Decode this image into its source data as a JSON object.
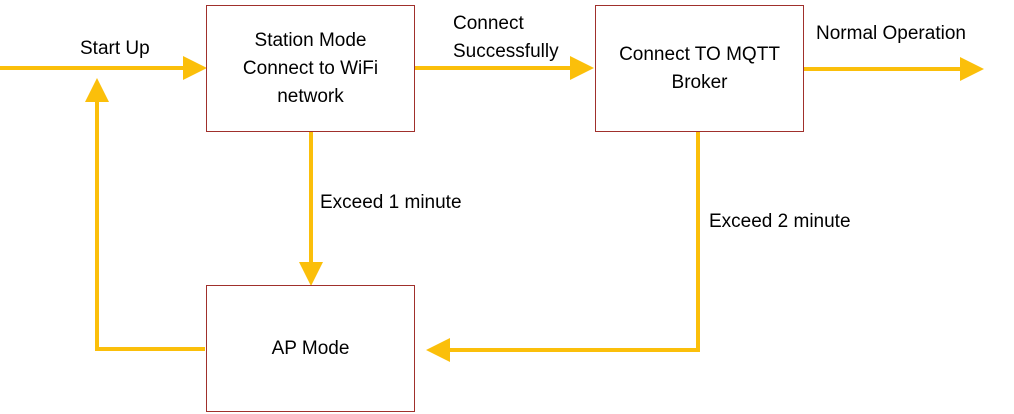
{
  "colors": {
    "arrow": "#fbbf0a",
    "box_border": "#a0302c",
    "text": "#000000"
  },
  "nodes": {
    "station_mode": "Station Mode\nConnect to WiFi\nnetwork",
    "mqtt_broker": "Connect TO MQTT\nBroker",
    "ap_mode": "AP Mode"
  },
  "edges": {
    "start_up": "Start Up",
    "connect_successfully": "Connect\nSuccessfully",
    "normal_operation": "Normal Operation",
    "exceed_1_minute": "Exceed 1 minute",
    "exceed_2_minute": "Exceed 2 minute"
  }
}
